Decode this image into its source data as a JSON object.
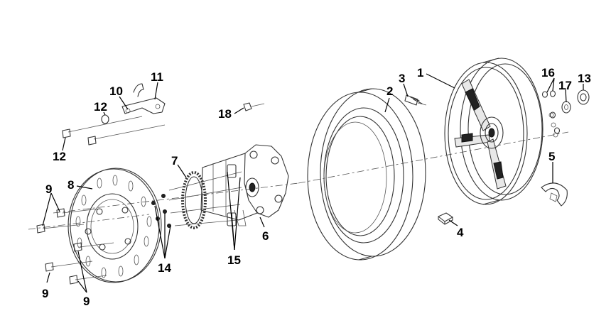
{
  "callouts": {
    "c1": "1",
    "c2": "2",
    "c3": "3",
    "c4": "4",
    "c5": "5",
    "c6": "6",
    "c7": "7",
    "c8": "8",
    "c9a": "9",
    "c9b": "9",
    "c9c": "9",
    "c10": "10",
    "c11": "11",
    "c12a": "12",
    "c12b": "12",
    "c13": "13",
    "c14": "14",
    "c15": "15",
    "c16": "16",
    "c17": "17",
    "c18": "18"
  }
}
